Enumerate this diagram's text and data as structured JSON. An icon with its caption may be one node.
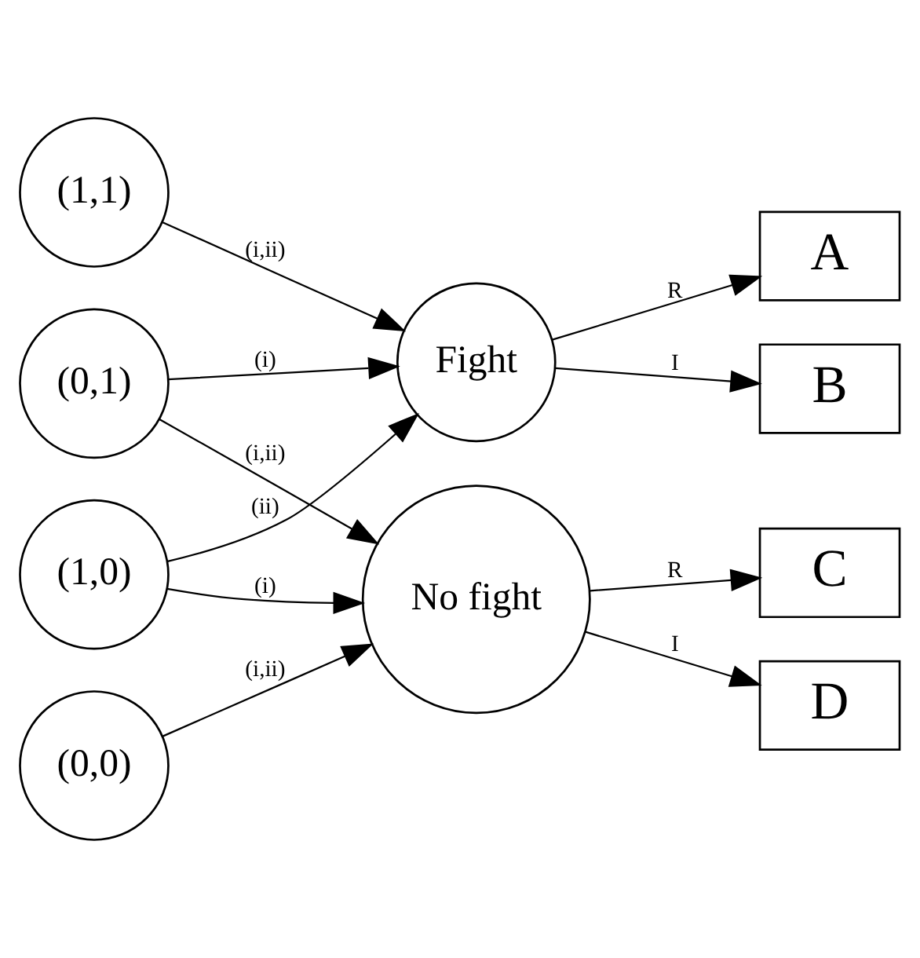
{
  "diagram": {
    "nodes": [
      {
        "text": [
          "(1,1)"
        ]
      },
      {
        "text": [
          "(1,0)"
        ]
      },
      {
        "text": [
          "(0,0)"
        ]
      },
      {
        "text": [
          "(0,1)"
        ]
      },
      {
        "text": [
          "Fight"
        ]
      },
      {
        "text": [
          "No fight"
        ]
      },
      {
        "text": [
          "A"
        ]
      },
      {
        "text": [
          "B"
        ]
      },
      {
        "text": [
          "C"
        ]
      },
      {
        "text": [
          "D"
        ]
      }
    ],
    "edges": [
      {
        "from": 0,
        "to": 4,
        "arrow": "to",
        "label": "(i,ii)"
      },
      {
        "from": 1,
        "to": 4,
        "arrow": "to",
        "label": "(ii)"
      },
      {
        "from": 1,
        "to": 5,
        "arrow": "to",
        "label": "(i)"
      },
      {
        "from": 2,
        "to": 5,
        "arrow": "to",
        "label": "(i,ii)"
      },
      {
        "from": 3,
        "to": 4,
        "arrow": "to",
        "label": "(i)"
      },
      {
        "from": 3,
        "to": 5,
        "arrow": "to",
        "label": "(i,ii)"
      },
      {
        "from": 4,
        "to": 6,
        "arrow": "to",
        "label": "R"
      },
      {
        "from": 4,
        "to": 7,
        "arrow": "to",
        "label": "I"
      },
      {
        "from": 5,
        "to": 8,
        "arrow": "to",
        "label": "R"
      },
      {
        "from": 5,
        "to": 9,
        "arrow": "to",
        "label": "I"
      }
    ]
  }
}
